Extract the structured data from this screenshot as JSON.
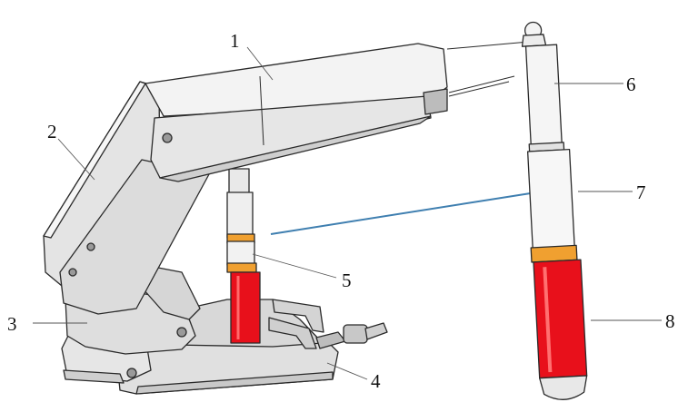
{
  "figure": {
    "callouts": [
      {
        "id": "1",
        "label": "1"
      },
      {
        "id": "2",
        "label": "2"
      },
      {
        "id": "3",
        "label": "3"
      },
      {
        "id": "4",
        "label": "4"
      },
      {
        "id": "5",
        "label": "5"
      },
      {
        "id": "6",
        "label": "6"
      },
      {
        "id": "7",
        "label": "7"
      },
      {
        "id": "8",
        "label": "8"
      }
    ],
    "colors": {
      "cylinder_red": "#e8101b",
      "collar_orange": "#f0a030",
      "body_gray": "#e6e6e6",
      "body_dark": "#d2d2d2",
      "arrow_blue": "#3f7fb0",
      "outline": "#2a2a2a"
    }
  }
}
